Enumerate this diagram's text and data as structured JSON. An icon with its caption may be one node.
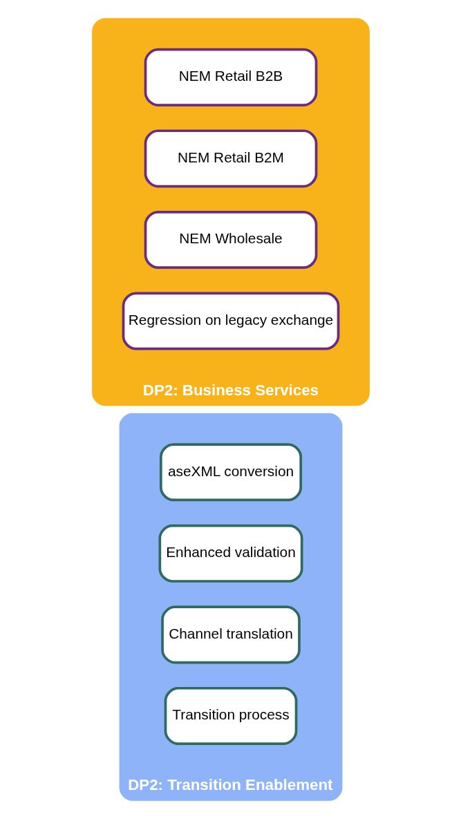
{
  "diagram": {
    "nodes": [
      {
        "text": [
          "DP2: Transition Enablement"
        ]
      },
      {
        "text": [
          "aseXML conversion"
        ],
        "in": 0
      },
      {
        "text": [
          "Enhanced validation"
        ],
        "in": 0
      },
      {
        "text": [
          "Channel translation"
        ],
        "in": 0
      },
      {
        "text": [
          "Transition process"
        ],
        "in": 0
      },
      {
        "text": [
          "DP2: Business Services"
        ]
      },
      {
        "text": [
          "NEM Retail B2B"
        ],
        "in": 5
      },
      {
        "text": [
          "NEM Retail B2M"
        ],
        "in": 5
      },
      {
        "text": [
          "NEM Wholesale"
        ],
        "in": 5
      },
      {
        "text": [
          "Regression on legacy exchange"
        ],
        "in": 5
      }
    ]
  }
}
